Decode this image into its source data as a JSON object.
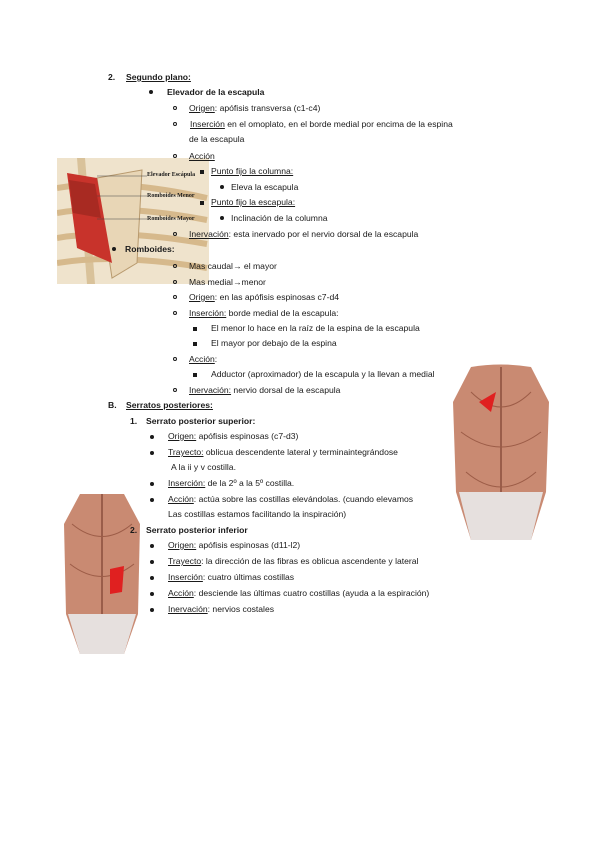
{
  "section2": {
    "num": "2.",
    "title": "Segundo plano:"
  },
  "elevador": {
    "title": "Elevador de la escapula",
    "origen_label": "Origen",
    "origen_text": ": apófisis transversa  (c1-c4)",
    "insercion_label": "Inserción",
    "insercion_text": " en el omoplato, en el borde medial por encima de la espina",
    "insercion_cont": "de la escapula",
    "accion_label": "Acción",
    "punto1_label": "Punto fijo la columna:",
    "punto1_item": "Eleva la escapula",
    "punto2_label": "Punto fijo la escapula:",
    "punto2_item": "Inclinación de la columna",
    "inervacion_label": "Inervación",
    "inervacion_text": ": esta inervado por el nervio dorsal de la escapula"
  },
  "figure1": {
    "labels": [
      "Elevador Escápula",
      "Romboides Menor",
      "Romboides Mayor"
    ]
  },
  "romboides": {
    "title": "Romboides:",
    "item1": "Mas caudal→ el mayor",
    "item2": "Mas medial→menor",
    "origen_label": "Origen",
    "origen_text": ": en las apófisis espinosas c7-d4",
    "insercion_label": "Inserción:",
    "insercion_text": " borde medial de la escapula:",
    "insercion_sub1": "El menor lo hace en la raíz de la espina de la escapula",
    "insercion_sub2": "El mayor por debajo de la espina",
    "accion_label": "Acción",
    "accion_text": ":",
    "accion_sub1": "Adductor (aproximador) de la escapula y la llevan a medial",
    "inervacion_label": "Inervación:",
    "inervacion_text": " nervio dorsal de la escapula"
  },
  "sectionB": {
    "num": "B.",
    "title": "Serratos posteriores:"
  },
  "superior": {
    "num": "1.",
    "title": "Serrato posterior superior:",
    "origen_label": "Origen:",
    "origen_text": " apófisis espinosas (c7-d3)",
    "trayecto_label": "Trayecto:",
    "trayecto_text": " oblicua descendente lateral y terminaintegrándose",
    "trayecto_cont": "A la ii y v costilla.",
    "insercion_label": "Inserción:",
    "insercion_text": " de la 2º a la 5º costilla.",
    "accion_label": "Acción",
    "accion_text": ": actúa sobre las costillas elevándolas. (cuando elevamos",
    "accion_cont": "Las costillas estamos facilitando la inspiración)"
  },
  "inferior": {
    "num": "2.",
    "title": "Serrato posterior inferior",
    "origen_label": "Origen:",
    "origen_text": " apófisis espinosas (d11-l2)",
    "trayecto_label": "Trayecto",
    "trayecto_text": ": la dirección de las fibras es oblicua ascendente y lateral",
    "insercion_label": "Inserción",
    "insercion_text": ": cuatro últimas costillas",
    "accion_label": "Acción",
    "accion_text": ": desciende las últimas cuatro costillas (ayuda a la espiración)",
    "inervacion_label": "Inervación",
    "inervacion_text": ": nervios costales"
  },
  "colors": {
    "muscle": "#c8332b",
    "bone": "#e2c9a0",
    "back": "#c98a72"
  }
}
